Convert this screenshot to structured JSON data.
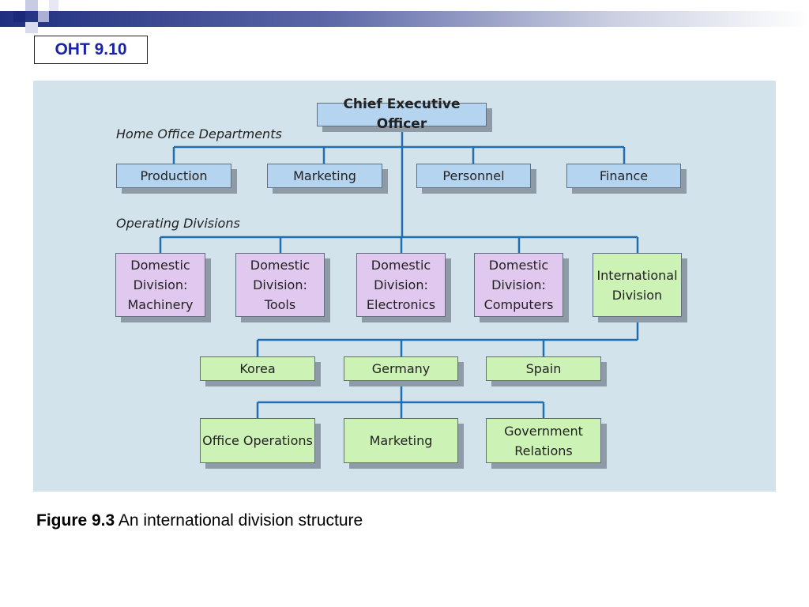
{
  "slide_label": "OHT 9.10",
  "diagram": {
    "ceo": "Chief Executive Officer",
    "home_office_heading": "Home Office Departments",
    "home_office": [
      "Production",
      "Marketing",
      "Personnel",
      "Finance"
    ],
    "operating_heading": "Operating Divisions",
    "divisions": [
      "Domestic\nDivision:\nMachinery",
      "Domestic\nDivision:\nTools",
      "Domestic\nDivision:\nElectronics",
      "Domestic\nDivision:\nComputers",
      "International\nDivision"
    ],
    "countries": [
      "Korea",
      "Germany",
      "Spain"
    ],
    "germany_units": [
      "Office Operations",
      "Marketing",
      "Government\nRelations"
    ],
    "colors": {
      "panel": "#d3e3ec",
      "line": "#1f6fb2",
      "home_office_box": "#b5d4ef",
      "domestic_box": "#e0c8ee",
      "international_box": "#cdf2b5"
    }
  },
  "caption": {
    "label": "Figure 9.3",
    "text": "An international division structure"
  }
}
